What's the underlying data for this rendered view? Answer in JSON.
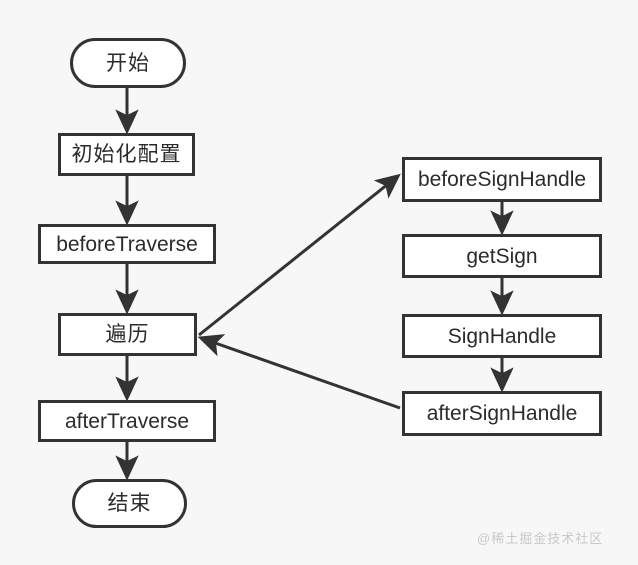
{
  "diagram": {
    "type": "flowchart",
    "background_color": "#f7f7f7",
    "node_fill_color": "#ffffff",
    "node_border_color": "#333333",
    "edge_color": "#333333",
    "nodes": [
      {
        "id": "start",
        "label": "开始",
        "shape": "terminal",
        "lang": "cn"
      },
      {
        "id": "init",
        "label": "初始化配置",
        "shape": "rectangle",
        "lang": "cn"
      },
      {
        "id": "before",
        "label": "beforeTraverse",
        "shape": "rectangle",
        "lang": "en"
      },
      {
        "id": "traverse",
        "label": "遍历",
        "shape": "rectangle",
        "lang": "cn"
      },
      {
        "id": "after",
        "label": "afterTraverse",
        "shape": "rectangle",
        "lang": "en"
      },
      {
        "id": "end",
        "label": "结束",
        "shape": "terminal",
        "lang": "cn"
      },
      {
        "id": "beforesign",
        "label": "beforeSignHandle",
        "shape": "rectangle",
        "lang": "en"
      },
      {
        "id": "getsign",
        "label": "getSign",
        "shape": "rectangle",
        "lang": "en"
      },
      {
        "id": "signhandle",
        "label": "SignHandle",
        "shape": "rectangle",
        "lang": "en"
      },
      {
        "id": "aftersign",
        "label": "afterSignHandle",
        "shape": "rectangle",
        "lang": "en"
      }
    ],
    "edges": [
      {
        "from": "start",
        "to": "init",
        "direction": "down"
      },
      {
        "from": "init",
        "to": "before",
        "direction": "down"
      },
      {
        "from": "before",
        "to": "traverse",
        "direction": "down"
      },
      {
        "from": "traverse",
        "to": "after",
        "direction": "down"
      },
      {
        "from": "after",
        "to": "end",
        "direction": "down"
      },
      {
        "from": "traverse",
        "to": "beforesign",
        "direction": "diagonal-up-right"
      },
      {
        "from": "beforesign",
        "to": "getsign",
        "direction": "down"
      },
      {
        "from": "getsign",
        "to": "signhandle",
        "direction": "down"
      },
      {
        "from": "signhandle",
        "to": "aftersign",
        "direction": "down"
      },
      {
        "from": "aftersign",
        "to": "traverse",
        "direction": "diagonal-up-left"
      }
    ]
  },
  "watermark": {
    "text": "@稀土掘金技术社区",
    "color": "#c9c9c9"
  }
}
